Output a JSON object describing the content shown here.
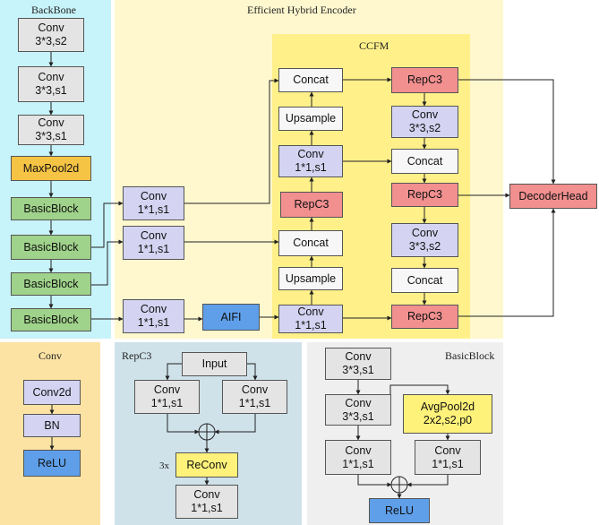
{
  "backbone": {
    "title": "BackBone",
    "conv1": [
      "Conv",
      "3*3,s2"
    ],
    "conv2": [
      "Conv",
      "3*3,s1"
    ],
    "conv3": [
      "Conv",
      "3*3,s1"
    ],
    "maxpool": "MaxPool2d",
    "block1": "BasicBlock",
    "block2": "BasicBlock",
    "block3": "BasicBlock",
    "block4": "BasicBlock"
  },
  "encoder": {
    "title": "Efficient Hybrid Encoder",
    "proj1": [
      "Conv",
      "1*1,s1"
    ],
    "proj2": [
      "Conv",
      "1*1,s1"
    ],
    "proj3": [
      "Conv",
      "1*1,s1"
    ],
    "aifi": "AIFI"
  },
  "ccfm": {
    "title": "CCFM",
    "concat_top": "Concat",
    "upsample_top": "Upsample",
    "conv_mid": [
      "Conv",
      "1*1,s1"
    ],
    "repc3_left": "RepC3",
    "concat_left": "Concat",
    "upsample_bot": "Upsample",
    "conv_bot": [
      "Conv",
      "1*1,s1"
    ],
    "repc3_r1": "RepC3",
    "conv_r1": [
      "Conv",
      "3*3,s2"
    ],
    "concat_r1": "Concat",
    "repc3_r2": "RepC3",
    "conv_r2": [
      "Conv",
      "3*3,s2"
    ],
    "concat_r2": "Concat",
    "repc3_r3": "RepC3"
  },
  "decoder": "DecoderHead",
  "conv_legend": {
    "title": "Conv",
    "conv2d": "Conv2d",
    "bn": "BN",
    "relu": "ReLU"
  },
  "repc3_legend": {
    "title": "RepC3",
    "input": "Input",
    "conv_a": [
      "Conv",
      "1*1,s1"
    ],
    "conv_b": [
      "Conv",
      "1*1,s1"
    ],
    "plus": "+",
    "repeat": "3x",
    "reconv": "ReConv",
    "conv_out": [
      "Conv",
      "1*1,s1"
    ]
  },
  "basic_legend": {
    "title": "BasicBlock",
    "conv_a": [
      "Conv",
      "3*3,s1"
    ],
    "conv_b": [
      "Conv",
      "3*3,s1"
    ],
    "avgpool": [
      "AvgPool2d",
      "2x2,s2,p0"
    ],
    "conv_c": [
      "Conv",
      "1*1,s1"
    ],
    "conv_d": [
      "Conv",
      "1*1,s1"
    ],
    "plus": "+",
    "relu": "ReLU"
  }
}
